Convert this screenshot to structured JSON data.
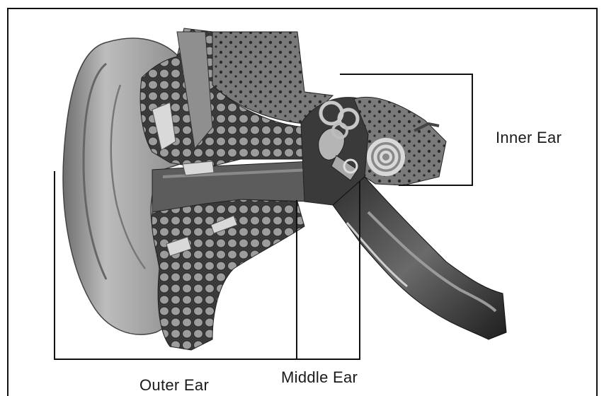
{
  "diagram": {
    "labels": {
      "inner_ear": "Inner Ear",
      "outer_ear": "Outer Ear",
      "middle_ear": "Middle Ear"
    },
    "colors": {
      "skin": "#9a9a9a",
      "bone": "#6e6e6e",
      "canal": "#4a4a4a",
      "bracket": "#111111"
    }
  }
}
